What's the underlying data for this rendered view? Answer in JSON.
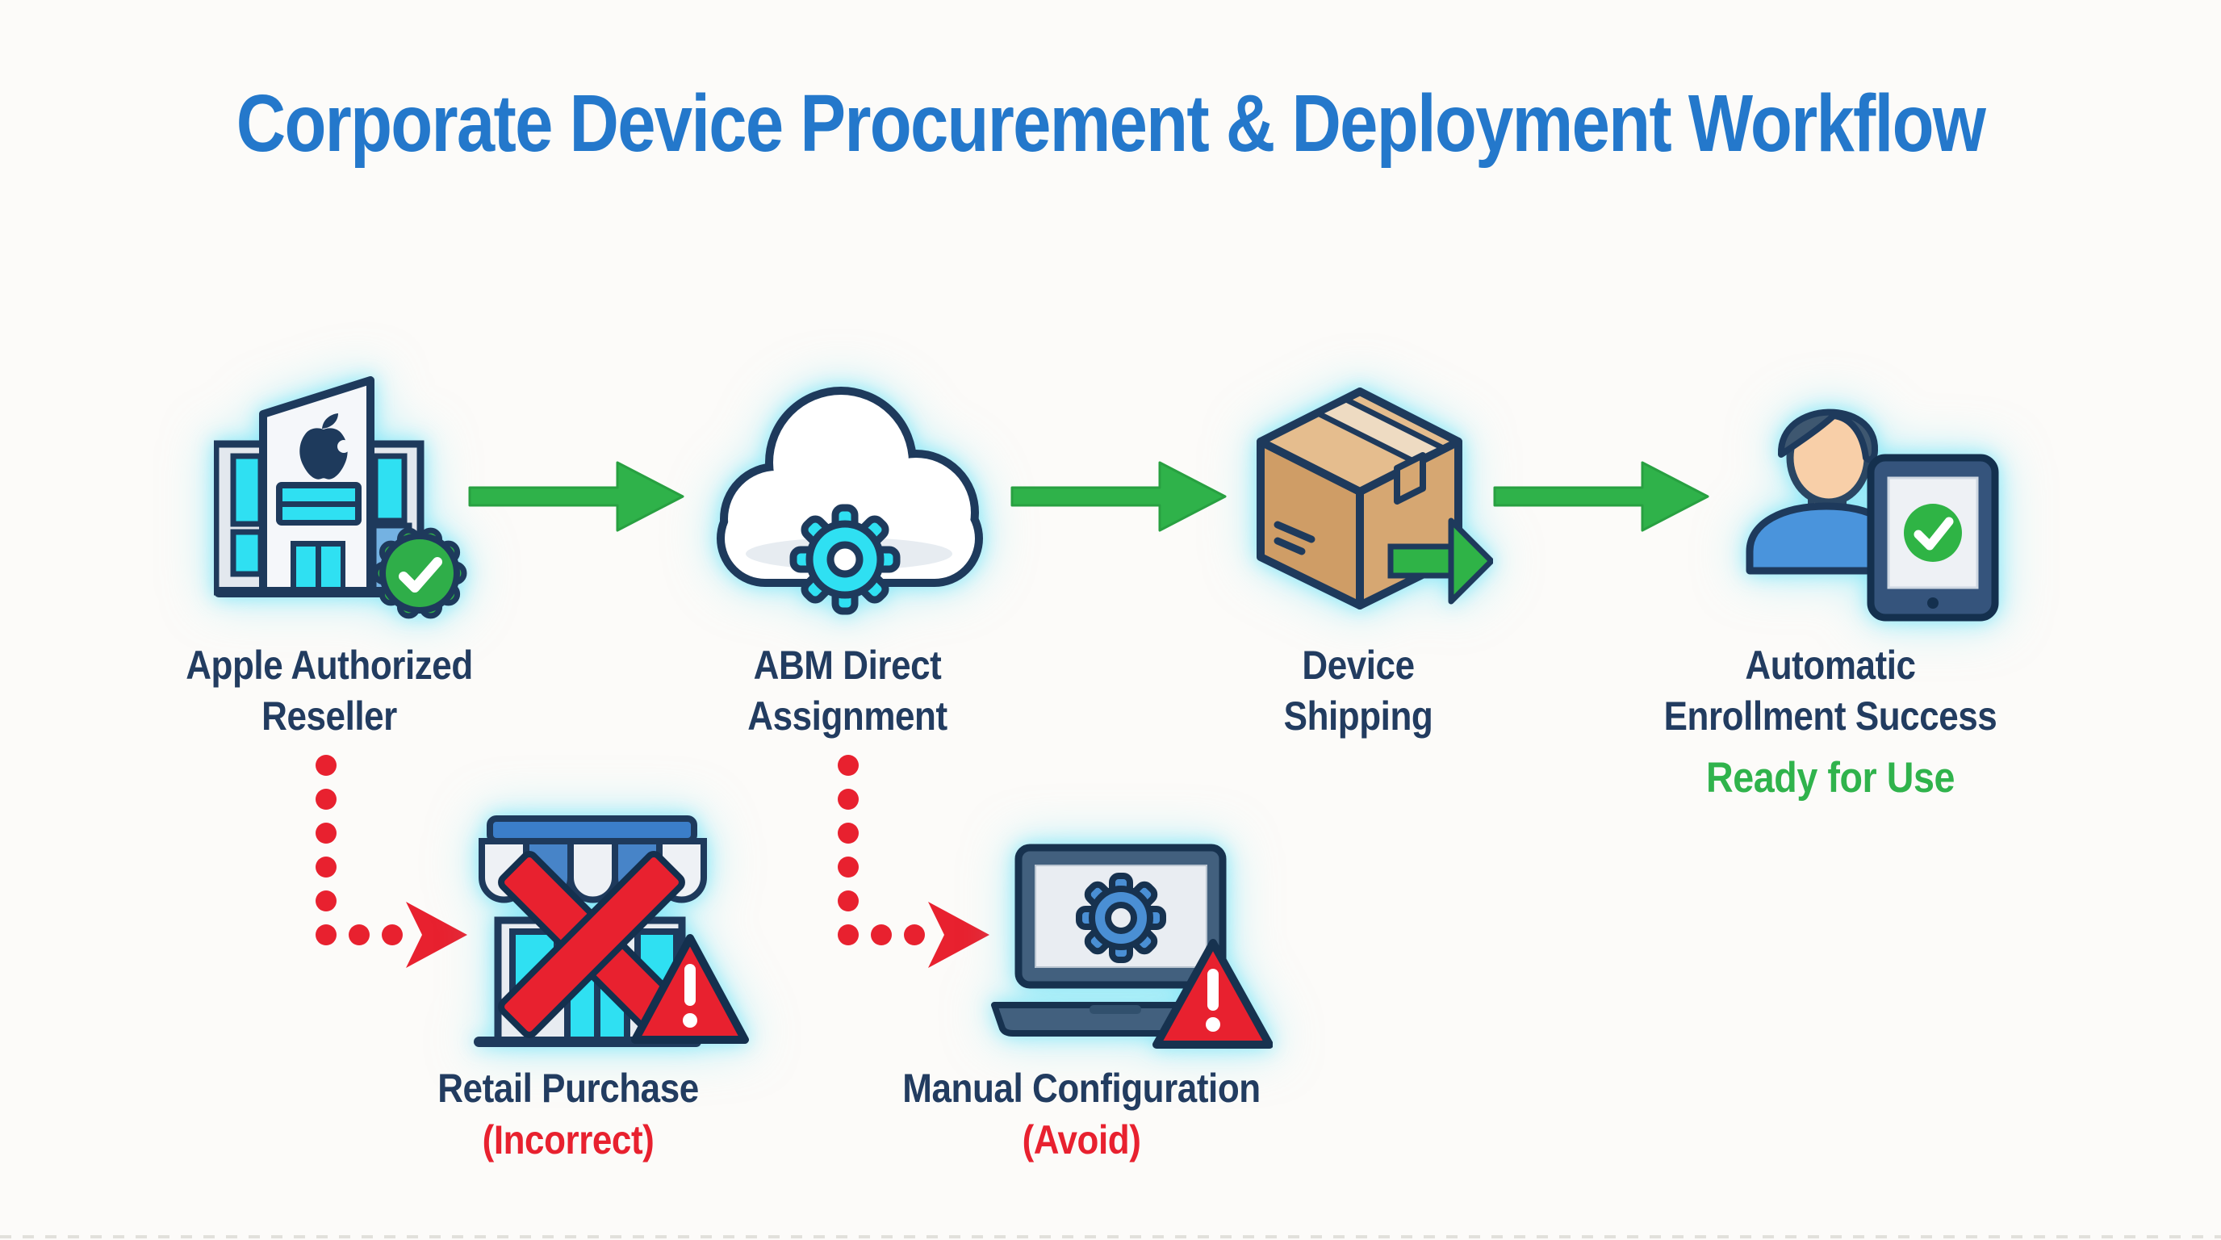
{
  "title": "Corporate Device Procurement & Deployment Workflow",
  "steps": [
    {
      "line1": "Apple Authorized",
      "line2": "Reseller",
      "icon": "apple-store-verified-icon"
    },
    {
      "line1": "ABM Direct",
      "line2": "Assignment",
      "icon": "cloud-gear-icon"
    },
    {
      "line1": "Device",
      "line2": "Shipping",
      "icon": "shipping-box-icon"
    },
    {
      "line1": "Automatic",
      "line2": "Enrollment Success",
      "icon": "user-tablet-check-icon"
    }
  ],
  "success_note": "Ready for Use",
  "warnings": [
    {
      "line1": "Retail Purchase",
      "qualifier": "(Incorrect)",
      "icon": "retail-store-x-warning-icon"
    },
    {
      "line1": "Manual Configuration",
      "qualifier": "(Avoid)",
      "icon": "laptop-gear-warning-icon"
    }
  ],
  "colors": {
    "title_blue": "#2478cb",
    "label_navy": "#223c60",
    "outline_navy": "#1e3a5c",
    "flow_green": "#2fb24a",
    "success_green": "#30b34c",
    "warning_red": "#e8212f",
    "cyan_accent": "#2fe0f2",
    "box_tan": "#d6a772",
    "glow_cyan": "#7de5f7"
  }
}
